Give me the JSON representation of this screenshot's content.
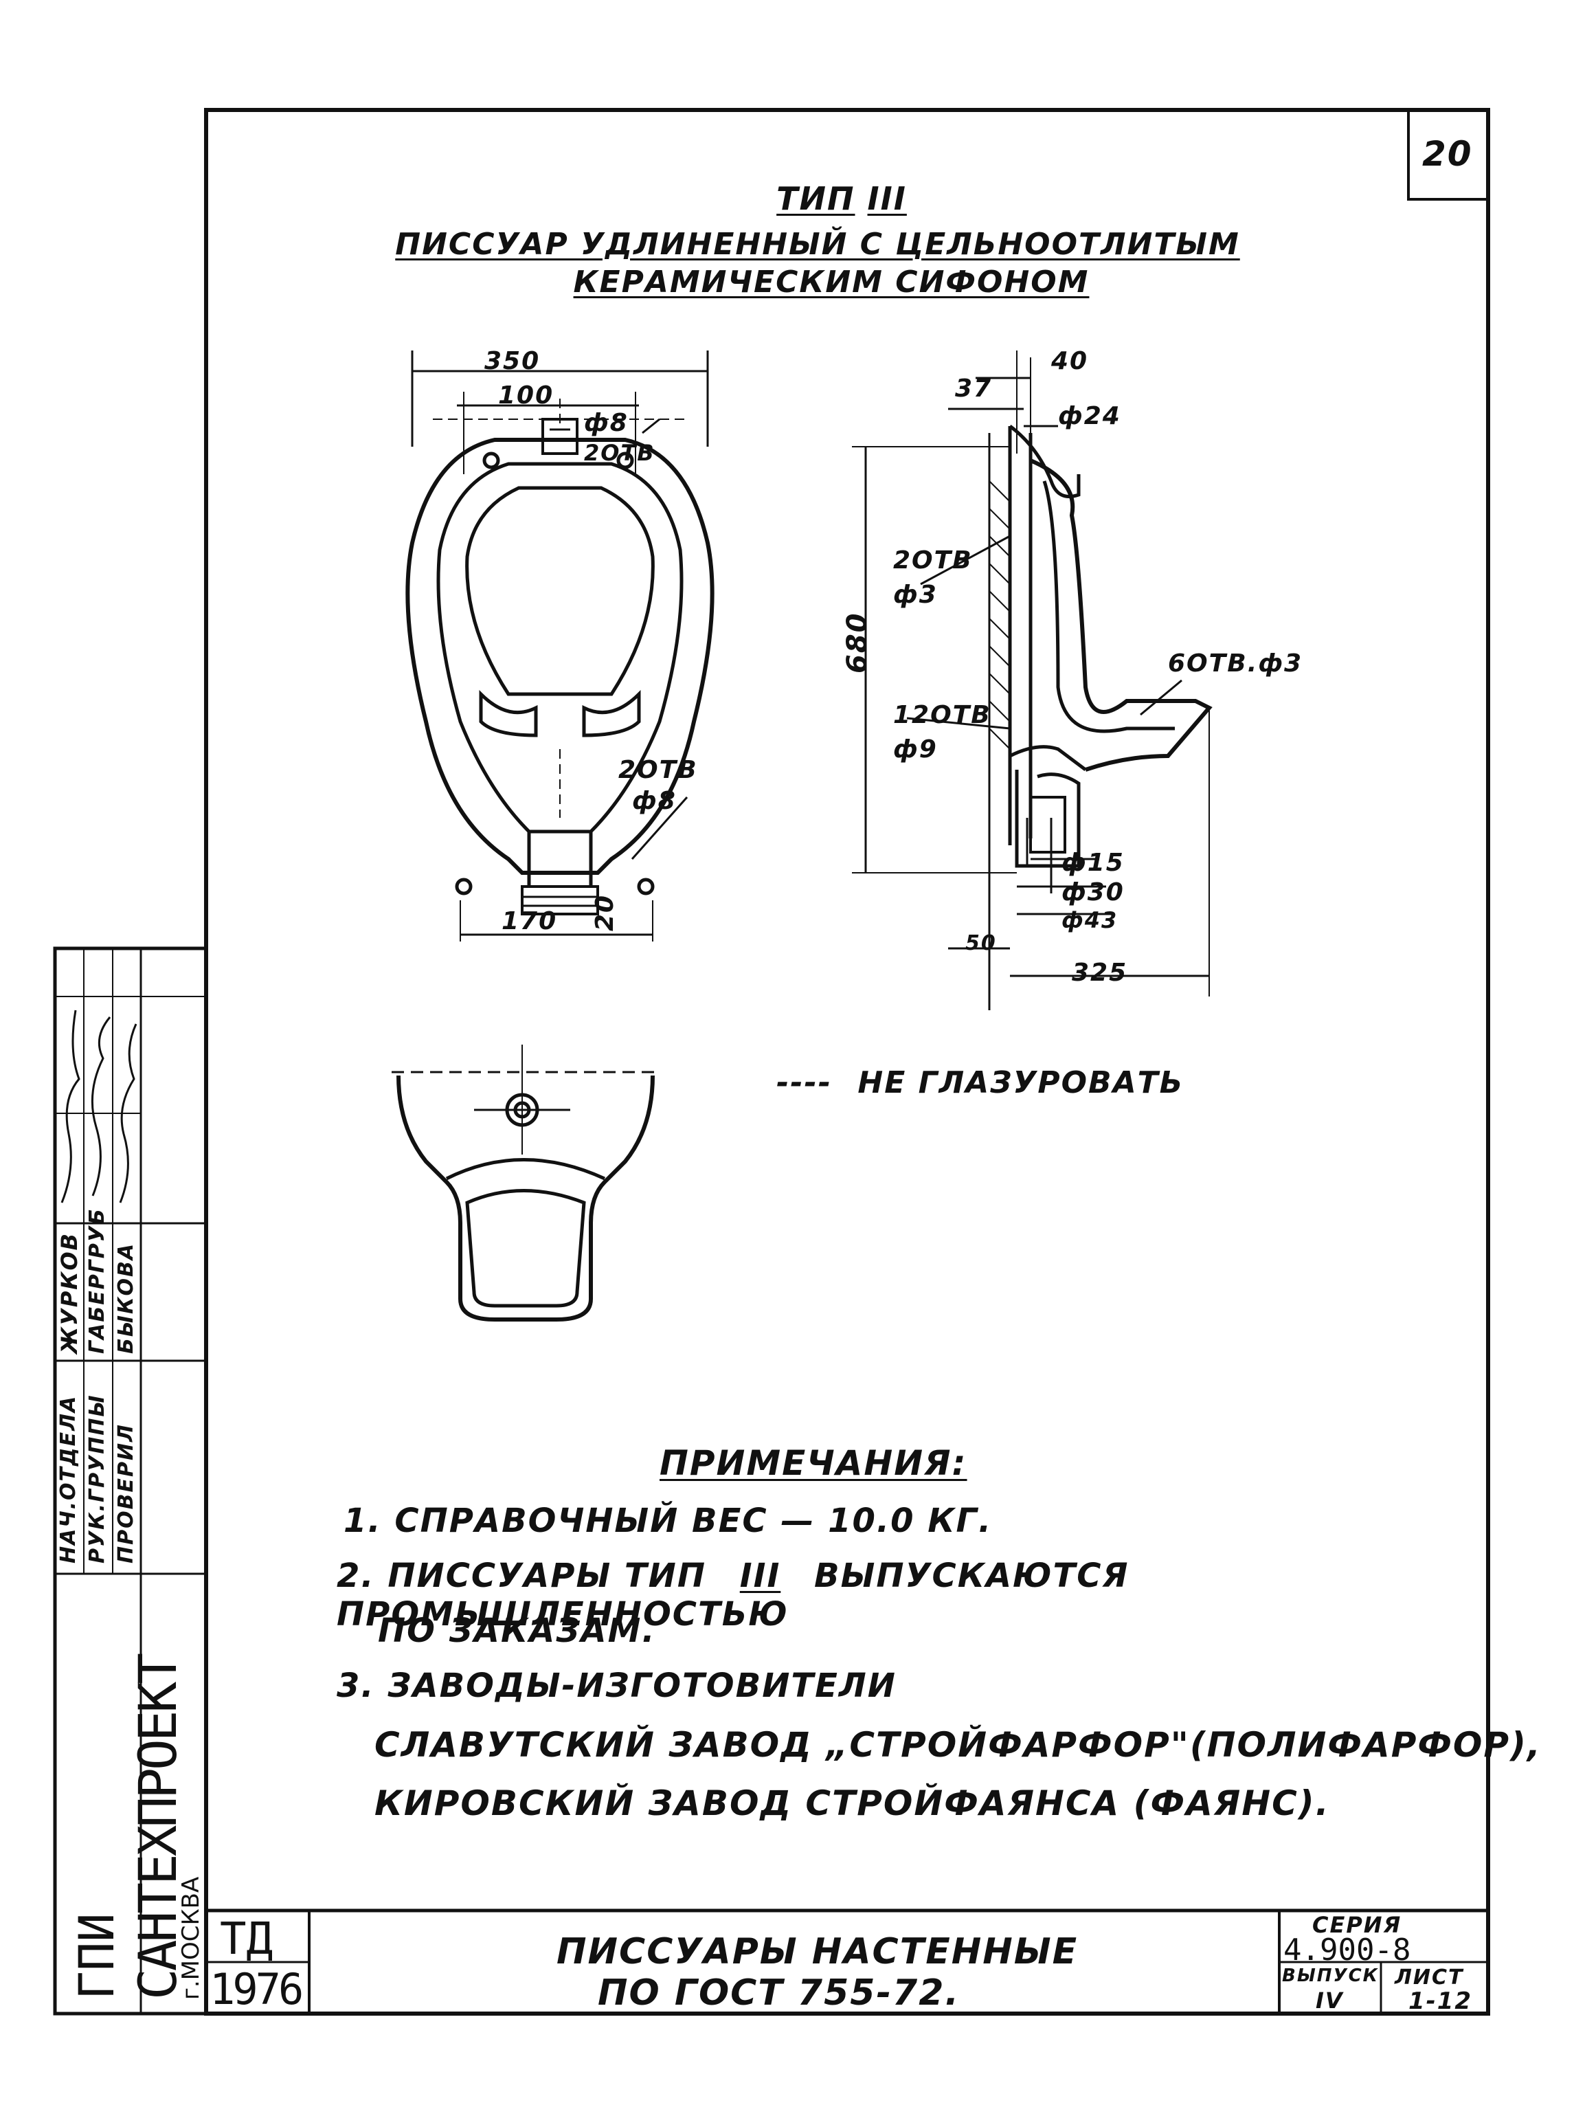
{
  "sheet": {
    "page_number": "20"
  },
  "header": {
    "type_label": "ТИП",
    "type_roman": "III",
    "subtitle_line1": "ПИССУАР УДЛИНЕННЫЙ С ЦЕЛЬНООТЛИТЫМ",
    "subtitle_line2": "КЕРАМИЧЕСКИМ СИФОНОМ"
  },
  "front_view": {
    "dim_width": "350",
    "dim_top_spacing": "100",
    "dim_top_hole_dia": "ф8",
    "dim_top_hole_count": "2ОТВ",
    "dim_bottom_hole_count": "2ОТВ",
    "dim_bottom_hole_dia": "ф8",
    "dim_bottom_spacing": "170",
    "dim_bottom_offset": "20"
  },
  "side_view": {
    "dim_40": "40",
    "dim_37": "37",
    "dim_dia24": "ф24",
    "dim_height": "680",
    "dim_holes_2": "2ОТВ",
    "dim_holes_2_dia": "ф3",
    "dim_holes_6": "6ОТВ.ф3",
    "dim_holes_12": "12ОТВ",
    "dim_holes_12_dia": "ф9",
    "dim_dia15": "ф15",
    "dim_dia30": "ф30",
    "dim_dia43": "ф43",
    "dim_50": "50",
    "dim_325": "325"
  },
  "legend": {
    "dash_sample": "----",
    "label": "НЕ ГЛАЗУРОВАТЬ"
  },
  "notes": {
    "heading": "ПРИМЕЧАНИЯ:",
    "item1": "1. СПРАВОЧНЫЙ ВЕС — 10.0 КГ.",
    "item2a": "2. ПИССУАРЫ ТИП",
    "item2_roman": "III",
    "item2b": "ВЫПУСКАЮТСЯ ПРОМЫШЛЕННОСТЬЮ",
    "item2c": "ПО ЗАКАЗАМ.",
    "item3": "3. ЗАВОДЫ-ИЗГОТОВИТЕЛИ",
    "item3a": "СЛАВУТСКИЙ ЗАВОД „СТРОЙФАРФОР\"(ПОЛИФАРФОР),",
    "item3b": "КИРОВСКИЙ ЗАВОД СТРОЙФАЯНСА (ФАЯНС)."
  },
  "stamp": {
    "org_line1": "ГПИ",
    "org_line2": "САНТЕХПРОЕКТ",
    "org_line3": "г.МОСКВА",
    "role1": "НАЧ.ОТДЕЛА",
    "role2": "РУК.ГРУППЫ",
    "role3": "ПРОВЕРИЛ",
    "name1": "ЖУРКОВ",
    "name2": "ГАБЕРГРУБ",
    "name3": "БЫКОВА",
    "td": "ТД",
    "year": "1976",
    "doc_title1": "ПИССУАРЫ НАСТЕННЫЕ",
    "doc_title2": "ПО ГОСТ 755-72.",
    "series_label": "СЕРИЯ",
    "series_value": "4.900-8",
    "issue_label": "ВЫПУСК",
    "issue_value": "IV",
    "sheet_label": "ЛИСТ",
    "sheet_value": "1-12"
  }
}
